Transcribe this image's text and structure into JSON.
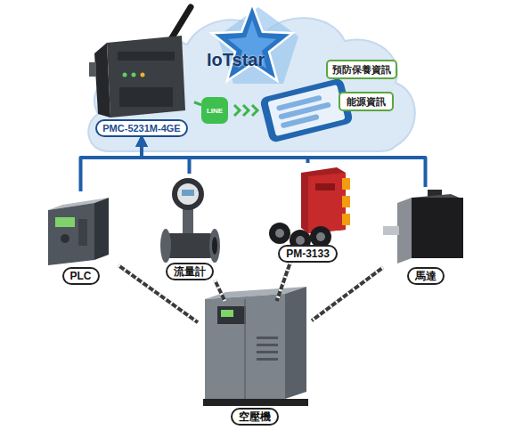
{
  "diagram": {
    "nodes": [
      {
        "text": [
          "IoTstar"
        ]
      },
      {
        "text": [
          "PMC-5231M-4GE"
        ],
        "in": 0
      },
      {
        "text": [
          "LINE"
        ],
        "in": 0
      },
      {
        "text": [
          "預防保養資訊"
        ],
        "in": 0
      },
      {
        "text": [
          "能源資訊"
        ],
        "in": 0
      },
      {
        "text": [
          "PLC"
        ]
      },
      {
        "text": [
          "流量計"
        ]
      },
      {
        "text": [
          "PM-3133"
        ]
      },
      {
        "text": [
          "馬達"
        ]
      },
      {
        "text": [
          "空壓機"
        ]
      }
    ],
    "edges": [
      {
        "from": 1,
        "to": 2,
        "arrow": "none"
      },
      {
        "from": 5,
        "to": 1,
        "arrow": "to"
      },
      {
        "from": 6,
        "to": 1,
        "arrow": "to"
      },
      {
        "from": 7,
        "to": 1,
        "arrow": "to"
      },
      {
        "from": 8,
        "to": 1,
        "arrow": "to"
      },
      {
        "from": 5,
        "to": 9,
        "arrow": "none"
      },
      {
        "from": 6,
        "to": 9,
        "arrow": "none"
      },
      {
        "from": 7,
        "to": 9,
        "arrow": "none"
      },
      {
        "from": 8,
        "to": 9,
        "arrow": "none"
      }
    ]
  }
}
